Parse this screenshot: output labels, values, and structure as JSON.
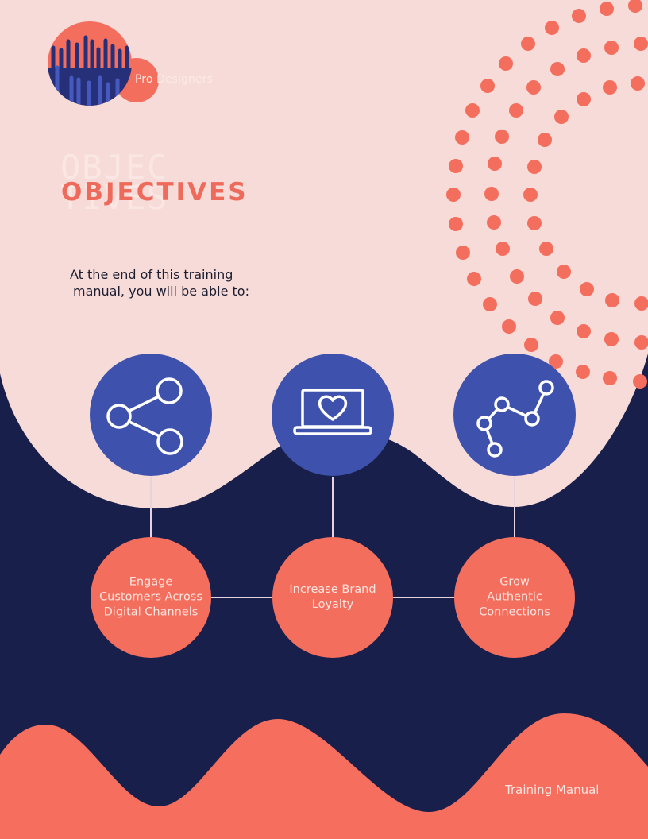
{
  "brand": {
    "name": "Pro Designers",
    "logo_icon": "audio-wave-circle-logo"
  },
  "heading": {
    "title": "OBJECTIVES",
    "ghost_line1": "OBJEC",
    "ghost_line2": "TIVES"
  },
  "intro": {
    "line1": "At the end of this training",
    "line2": "manual, you will be able to:"
  },
  "objectives": [
    {
      "icon": "share-icon",
      "label": "Engage Customers Across Digital Channels"
    },
    {
      "icon": "laptop-heart-icon",
      "label": "Increase Brand Loyalty"
    },
    {
      "icon": "line-graph-icon",
      "label": "Grow Authentic Connections"
    }
  ],
  "footer": {
    "label": "Training Manual"
  },
  "colors": {
    "blush": "#f7dbd8",
    "coral": "#f46e5e",
    "navy": "#181f4a",
    "royal_blue": "#3e52ad",
    "light_text": "#fbe4df"
  }
}
